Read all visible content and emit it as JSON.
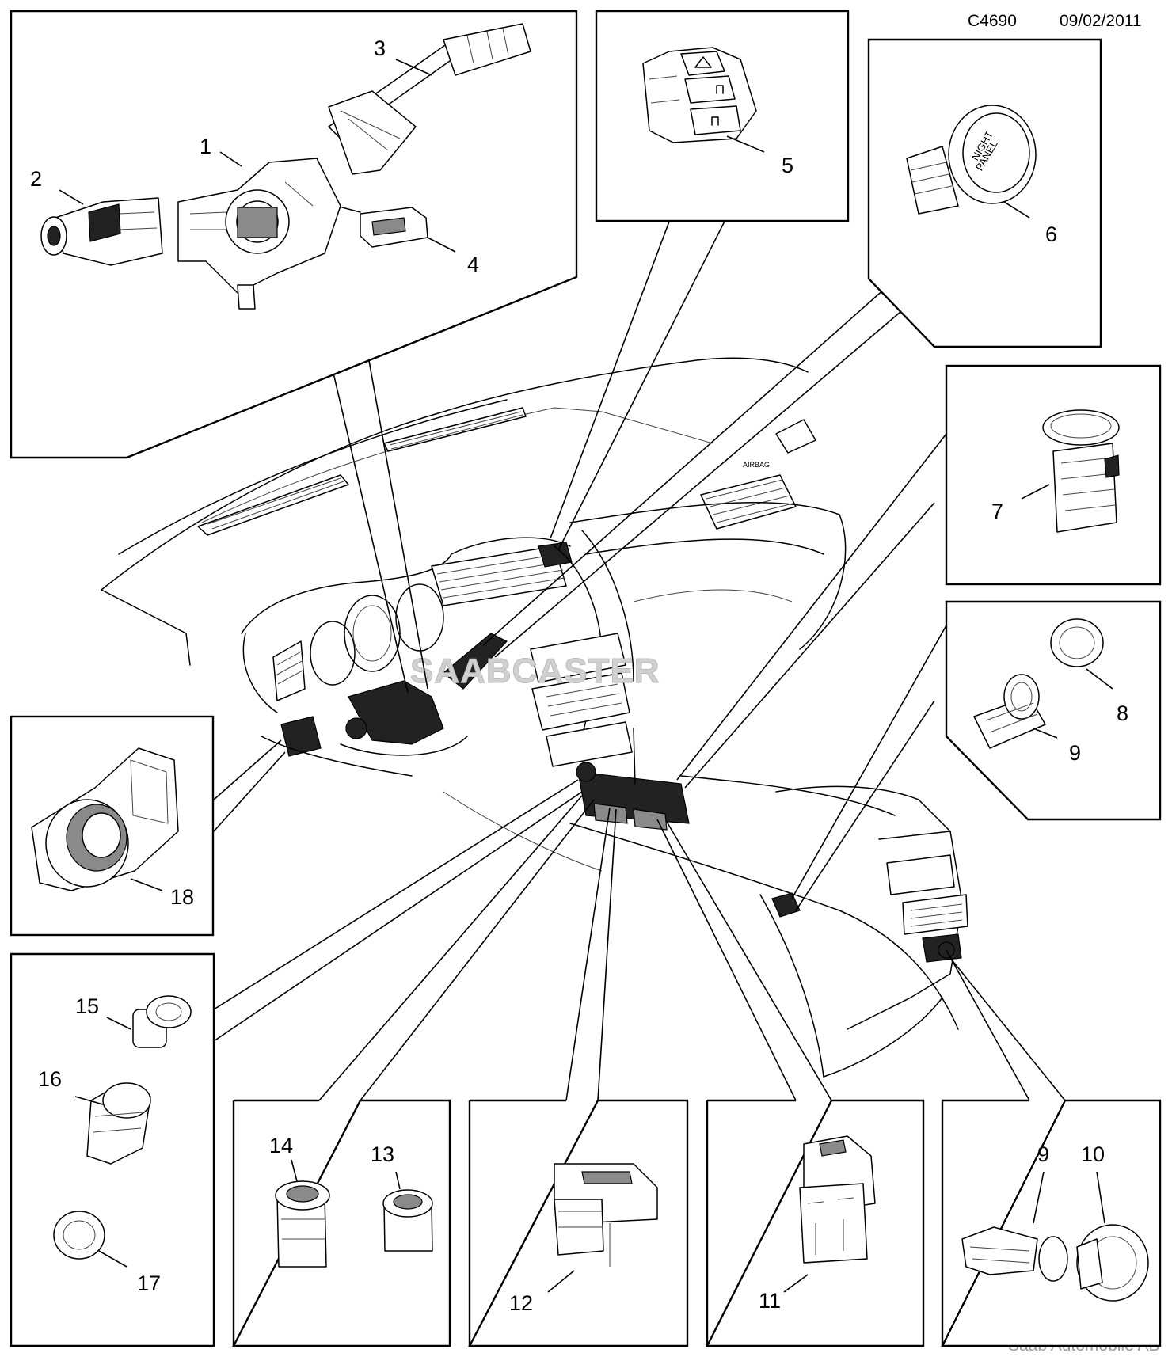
{
  "header": {
    "code": "C4690",
    "date": "09/02/2011"
  },
  "footer": {
    "copyright": "Saab Automobile AB"
  },
  "watermark": "SAABCASTER",
  "callouts": [
    "1",
    "2",
    "3",
    "4",
    "5",
    "6",
    "7",
    "8",
    "9",
    "10",
    "11",
    "12",
    "13",
    "14",
    "15",
    "16",
    "17",
    "18"
  ],
  "part_9_repeat": "9",
  "labels": {
    "airbag": "AIRBAG",
    "night_panel_1": "NIGHT",
    "night_panel_2": "PANEL"
  },
  "colors": {
    "line": "#000000",
    "background": "#ffffff",
    "footer_text": "#9a9a9a",
    "watermark": "#d0d0d0"
  }
}
